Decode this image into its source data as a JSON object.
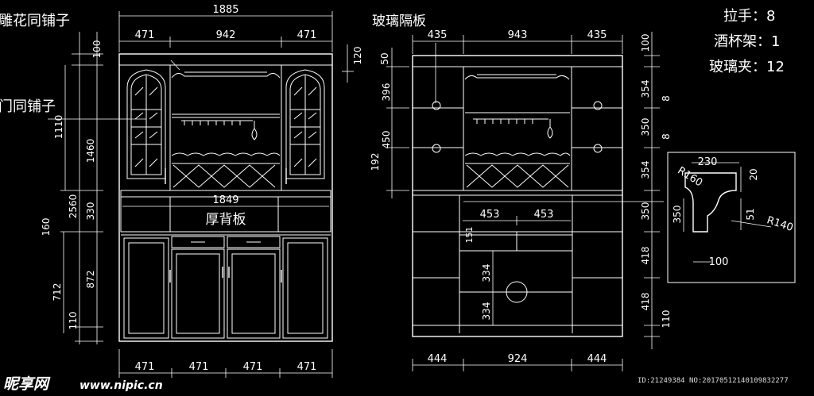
{
  "labels": {
    "carved_same_shop": "雕花同铺子",
    "door_same_shop": "门同铺子",
    "glass_shelf": "玻璃隔板",
    "thick_back_panel": "厚背板"
  },
  "legend": {
    "handle": "拉手：8",
    "cup_rack": "酒杯架：1",
    "glass_clip": "玻璃夹：12"
  },
  "front_dims": {
    "total_width": "1885",
    "top_left": "471",
    "top_mid": "942",
    "top_right": "471",
    "inner_width": "1849",
    "bottom_1": "471",
    "bottom_2": "471",
    "bottom_3": "471",
    "bottom_4": "471",
    "v_top": "100",
    "v_upper": "1110",
    "v_upper2": "1460",
    "v_total": "2560",
    "v_330": "330",
    "v_160": "160",
    "v_712": "712",
    "v_872": "872",
    "v_110": "110"
  },
  "side_dims": {
    "top_left": "435",
    "top_mid": "943",
    "top_right": "435",
    "h120": "120",
    "h50": "50",
    "h396": "396",
    "h450": "450",
    "h192": "192",
    "h453a": "453",
    "h453b": "453",
    "h151": "151",
    "h334a": "334",
    "h334b": "334",
    "bottom_left": "444",
    "bottom_mid": "924",
    "bottom_right": "444",
    "r100": "100",
    "r354a": "354",
    "r8a": "8",
    "r350a": "350",
    "r8b": "8",
    "r354b": "354",
    "r350b": "350",
    "r418a": "418",
    "r418b": "418",
    "r110": "110"
  },
  "profile": {
    "w230": "230",
    "h20": "20",
    "r160": "R160",
    "h350": "350",
    "h51": "51",
    "r140": "R140",
    "w100": "100"
  },
  "watermark": {
    "brand": "昵享网",
    "site": "www.nipic.cn",
    "id": "ID:21249384 NO:20170512140109832277"
  }
}
